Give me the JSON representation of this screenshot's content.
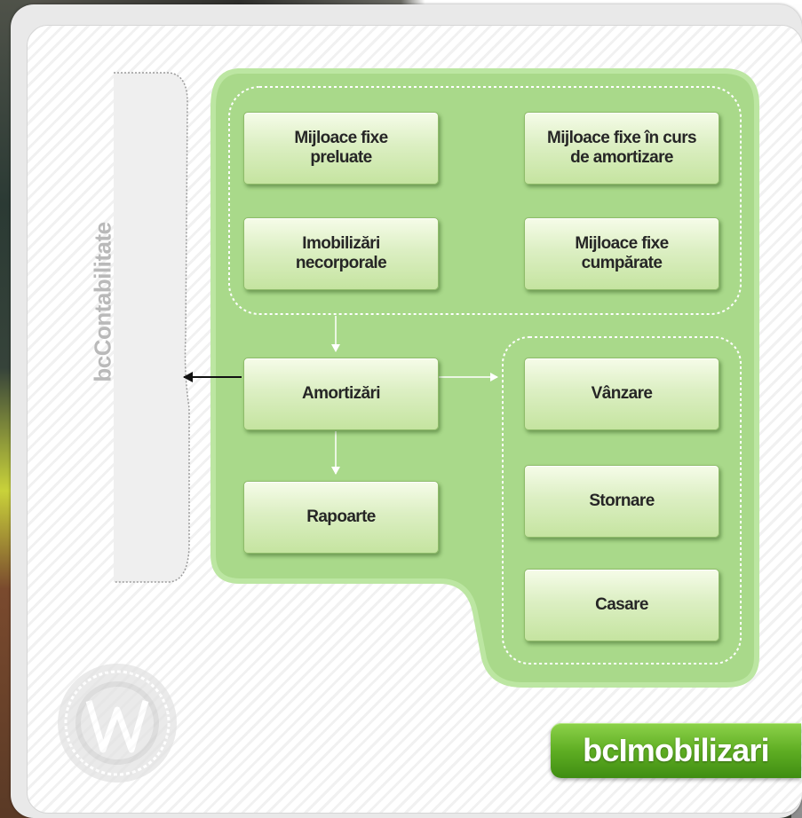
{
  "diagram": {
    "module_label": "bcImobilizari",
    "side_label": "bcContabilitate",
    "nodes": {
      "preluate": "Mijloace fixe\npreluate",
      "curs_amortizare": "Mijloace fixe în curs\nde amortizare",
      "necorporale": "Imobilizări\nnecorporale",
      "cumparate": "Mijloace fixe\ncumpărate",
      "amortizari": "Amortizări",
      "rapoarte": "Rapoarte",
      "vanzare": "Vânzare",
      "stornare": "Stornare",
      "casare": "Casare"
    },
    "edges": [
      {
        "from": "group-top",
        "to": "amortizari"
      },
      {
        "from": "amortizari",
        "to": "rapoarte"
      },
      {
        "from": "amortizari",
        "to": "group-right"
      },
      {
        "from": "amortizari",
        "to": "bcContabilitate"
      }
    ],
    "icons": {
      "logo": "circle-w-logo",
      "arrow": "arrow-head"
    },
    "colors": {
      "region_fill": "#a9d98a",
      "node_fill": "#d7edbd",
      "badge": "#5fae23",
      "side_label": "#b9b9b9"
    }
  }
}
